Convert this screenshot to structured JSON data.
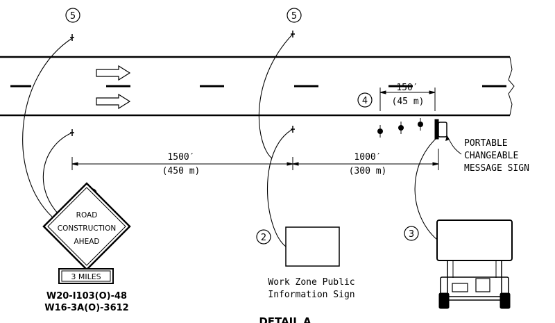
{
  "callouts": {
    "c5_left": "5",
    "c5_mid": "5",
    "c4": "4",
    "c2": "2",
    "c3": "3"
  },
  "dimensions": {
    "taper_ft": "150′",
    "taper_m": "(45 m)",
    "first_ft": "1500′",
    "first_m": "(450 m)",
    "second_ft": "1000′",
    "second_m": "(300 m)"
  },
  "pcms_label": {
    "line1": "PORTABLE",
    "line2": "CHANGEABLE",
    "line3": "MESSAGE SIGN"
  },
  "warning_sign": {
    "line1": "ROAD",
    "line2": "CONSTRUCTION",
    "line3": "AHEAD",
    "plaque": "3 MILES",
    "code1": "W20-I103(O)-48",
    "code2": "W16-3A(O)-3612"
  },
  "info_sign": {
    "line1": "Work Zone Public",
    "line2": "Information Sign"
  },
  "detail_title": "DETAIL A",
  "colors": {
    "ink": "#000000",
    "paper": "#ffffff"
  }
}
